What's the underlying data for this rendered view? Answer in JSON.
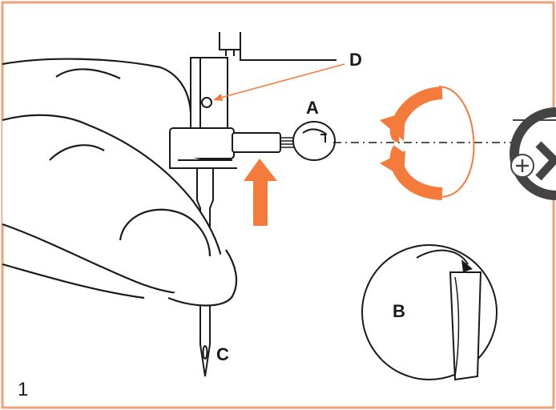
{
  "figure": {
    "number": "1",
    "labels": {
      "a": "A",
      "b": "B",
      "c": "C",
      "d": "D"
    }
  },
  "colors": {
    "border": "#f0a07a",
    "accent": "#f47b3c",
    "line": "#1a1a1a",
    "nav_button": "#444444"
  },
  "icons": {
    "next": "chevron-right-icon",
    "zoom": "plus-icon"
  }
}
